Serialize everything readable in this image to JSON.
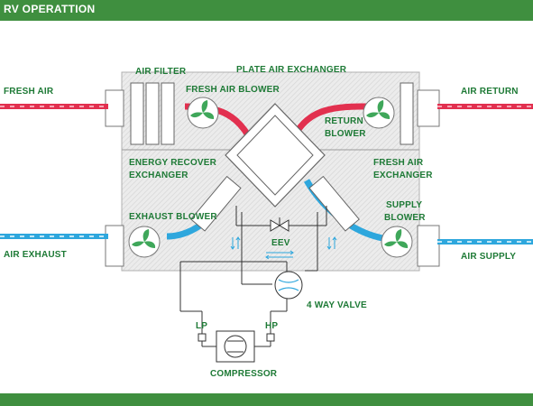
{
  "header": {
    "title": "RV OPERATTION"
  },
  "labels": {
    "fresh_air": "FRESH AIR",
    "air_return": "AIR RETURN",
    "air_exhaust": "AIR EXHAUST",
    "air_supply": "AIR SUPPLY",
    "air_filter": "AIR FILTER",
    "plate_air_exchanger": "PLATE AIR EXCHANGER",
    "fresh_air_blower": "FRESH AIR BLOWER",
    "return_blower_1": "RETURN",
    "return_blower_2": "BLOWER",
    "energy_recover_1": "ENERGY RECOVER",
    "energy_recover_2": "EXCHANGER",
    "fresh_air_exchanger_1": "FRESH AIR",
    "fresh_air_exchanger_2": "EXCHANGER",
    "exhaust_blower": "EXHAUST BLOWER",
    "supply_blower_1": "SUPPLY",
    "supply_blower_2": "BLOWER",
    "eev": "EEV",
    "four_way_valve": "4 WAY VALVE",
    "lp": "LP",
    "hp": "HP",
    "compressor": "COMPRESSOR"
  },
  "colors": {
    "brand_green": "#3f8f3f",
    "label_green": "#1e7a36",
    "warm_air": "#e2304f",
    "cool_air": "#2ea7dd",
    "panel_gray": "#e6e6e6",
    "line_dark": "#333333"
  }
}
